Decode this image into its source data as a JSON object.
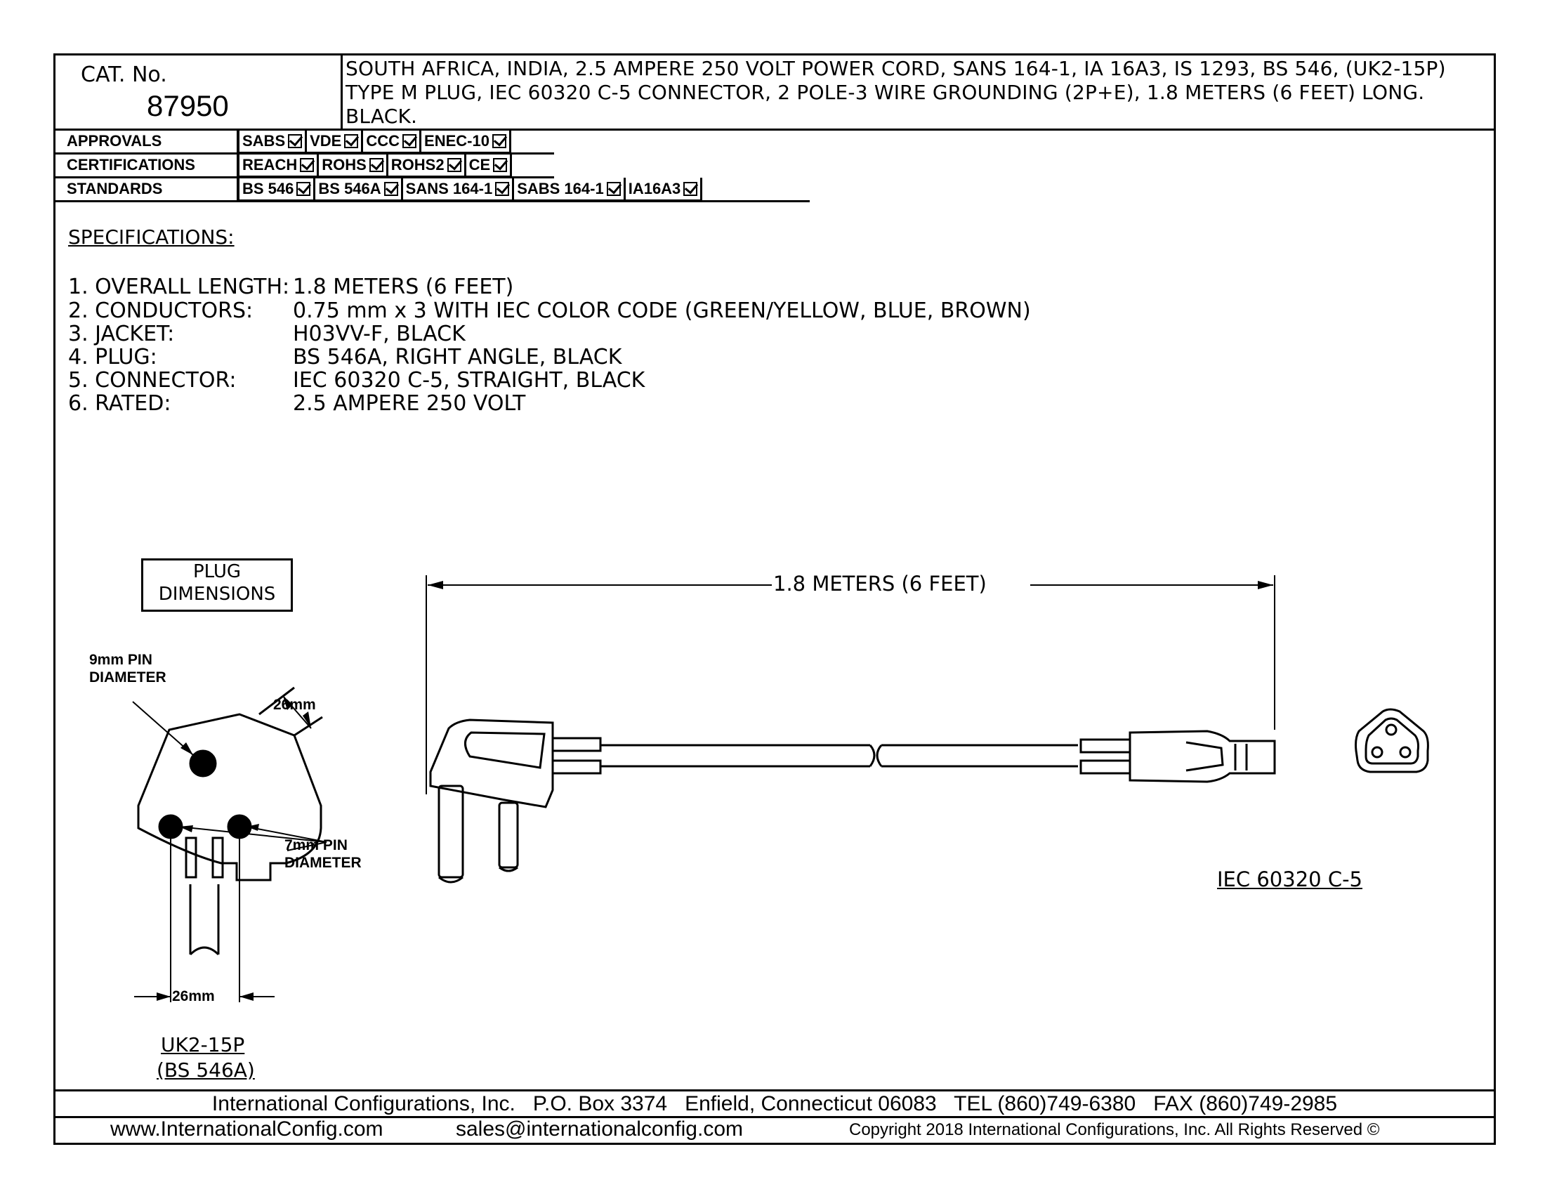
{
  "title_block": {
    "cat_label": "CAT. No.",
    "cat_number": "87950",
    "description": "SOUTH AFRICA, INDIA, 2.5 AMPERE 250 VOLT POWER CORD, SANS 164-1, IA 16A3, IS 1293, BS 546, (UK2-15P) TYPE M PLUG, IEC 60320 C-5 CONNECTOR, 2 POLE-3 WIRE GROUNDING (2P+E), 1.8 METERS (6 FEET) LONG. BLACK."
  },
  "approvals": {
    "label": "APPROVALS",
    "items": [
      "SABS",
      "VDE",
      "CCC",
      "ENEC-10"
    ]
  },
  "certifications": {
    "label": "CERTIFICATIONS",
    "items": [
      "REACH",
      "ROHS",
      "ROHS2",
      "CE"
    ]
  },
  "standards": {
    "label": "STANDARDS",
    "items": [
      "BS 546",
      "BS 546A",
      "SANS 164-1",
      "SABS 164-1",
      "IA16A3"
    ]
  },
  "specifications": {
    "heading": "SPECIFICATIONS:",
    "items": [
      {
        "label": "1. OVERALL LENGTH:",
        "value": "1.8 METERS (6 FEET)"
      },
      {
        "label": "2. CONDUCTORS:",
        "value": "0.75 mm x 3 WITH IEC COLOR CODE (GREEN/YELLOW, BLUE, BROWN)"
      },
      {
        "label": "3. JACKET:",
        "value": "H03VV-F, BLACK"
      },
      {
        "label": "4. PLUG:",
        "value": "BS 546A, RIGHT ANGLE, BLACK"
      },
      {
        "label": "5. CONNECTOR:",
        "value": "IEC 60320 C-5, STRAIGHT, BLACK"
      },
      {
        "label": "6. RATED:",
        "value": "2.5 AMPERE 250 VOLT"
      }
    ]
  },
  "drawing": {
    "plug_dimensions_line1": "PLUG",
    "plug_dimensions_line2": "DIMENSIONS",
    "pin9_line1": "9mm PIN",
    "pin9_line2": "DIAMETER",
    "dim_26_top": "26mm",
    "pin7_line1": "7mm PIN",
    "pin7_line2": "DIAMETER",
    "dim_26_bottom": "26mm",
    "plug_name_line1": "UK2-15P",
    "plug_name_line2": "(BS 546A)",
    "length_label": "1.8 METERS (6 FEET)",
    "connector_name": "IEC 60320 C-5"
  },
  "footer": {
    "line1": "International Configurations, Inc.   P.O. Box 3374   Enfield, Connecticut 06083   TEL (860)749-6380   FAX (860)749-2985",
    "website": "www.InternationalConfig.com",
    "email": "sales@internationalconfig.com",
    "copyright": "Copyright 2018 International Configurations, Inc. All Rights Reserved ©"
  }
}
